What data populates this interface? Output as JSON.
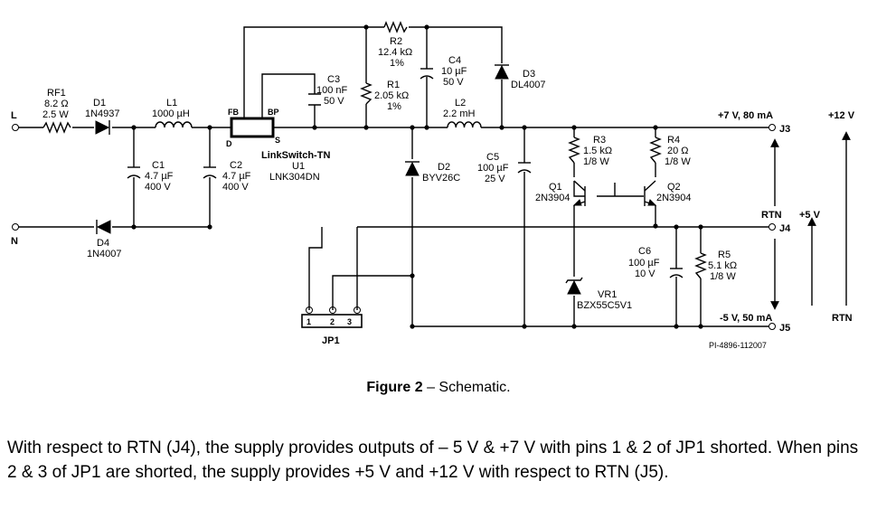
{
  "schematic": {
    "nodes": {
      "L": "L",
      "N": "N"
    },
    "components": {
      "RF1": {
        "ref": "RF1",
        "value": "8.2 Ω",
        "rating": "2.5 W"
      },
      "D1": {
        "ref": "D1",
        "part": "1N4937"
      },
      "L1": {
        "ref": "L1",
        "value": "1000 µH"
      },
      "C1": {
        "ref": "C1",
        "value": "4.7 µF",
        "rating": "400 V"
      },
      "C2": {
        "ref": "C2",
        "value": "4.7 µF",
        "rating": "400 V"
      },
      "D4": {
        "ref": "D4",
        "part": "1N4007"
      },
      "U1": {
        "ref": "U1",
        "part": "LNK304DN",
        "family": "LinkSwitch-TN",
        "pin_fb": "FB",
        "pin_bp": "BP",
        "pin_d": "D",
        "pin_s": "S"
      },
      "C3": {
        "ref": "C3",
        "value": "100 nF",
        "rating": "50 V"
      },
      "R2": {
        "ref": "R2",
        "value": "12.4 kΩ",
        "tol": "1%"
      },
      "R1": {
        "ref": "R1",
        "value": "2.05 kΩ",
        "tol": "1%"
      },
      "C4": {
        "ref": "C4",
        "value": "10 µF",
        "rating": "50 V"
      },
      "D3": {
        "ref": "D3",
        "part": "DL4007"
      },
      "L2": {
        "ref": "L2",
        "value": "2.2 mH"
      },
      "D2": {
        "ref": "D2",
        "part": "BYV26C"
      },
      "C5": {
        "ref": "C5",
        "value": "100 µF",
        "rating": "25 V"
      },
      "R3": {
        "ref": "R3",
        "value": "1.5 kΩ",
        "rating": "1/8 W"
      },
      "R4": {
        "ref": "R4",
        "value": "20 Ω",
        "rating": "1/8 W"
      },
      "Q1": {
        "ref": "Q1",
        "part": "2N3904"
      },
      "Q2": {
        "ref": "Q2",
        "part": "2N3904"
      },
      "C6": {
        "ref": "C6",
        "value": "100 µF",
        "rating": "10 V"
      },
      "R5": {
        "ref": "R5",
        "value": "5.1 kΩ",
        "rating": "1/8 W"
      },
      "VR1": {
        "ref": "VR1",
        "part": "BZX55C5V1"
      },
      "JP1": {
        "ref": "JP1",
        "pin1": "1",
        "pin2": "2",
        "pin3": "3"
      }
    },
    "outputs": {
      "J3_rating": "+7 V, 80 mA",
      "J3": "J3",
      "J4_label": "RTN",
      "J4": "J4",
      "J5_rating": "-5 V, 50 mA",
      "J5": "J5",
      "plus12": "+12 V",
      "plus5": "+5 V",
      "rtn_right": "RTN"
    },
    "drawing_id": "PI-4896-112007"
  },
  "caption": {
    "label": "Figure 2",
    "text": " – Schematic."
  },
  "description": "With respect to RTN (J4), the supply provides outputs of – 5 V & +7 V with pins 1 & 2 of JP1 shorted.  When pins 2 & 3 of JP1 are shorted, the supply provides +5 V and +12 V with respect to RTN (J5)."
}
